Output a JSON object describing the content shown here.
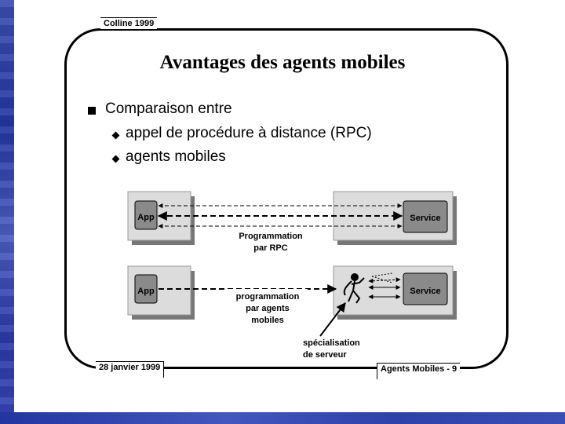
{
  "header": {
    "top_label": "Colline 1999"
  },
  "footer": {
    "left_label": "28 janvier 1999",
    "right_label": "Agents Mobiles - 9"
  },
  "title": "Avantages des agents mobiles",
  "bullets": {
    "main": "Comparaison entre",
    "sub": [
      "appel de procédure à distance (RPC)",
      "agents mobiles"
    ]
  },
  "diagram": {
    "app_label": "App",
    "service_label": "Service",
    "rpc_caption": [
      "Programmation",
      "par RPC"
    ],
    "agent_caption": [
      "programmation",
      "par agents",
      "mobiles"
    ],
    "server_caption": [
      "spécialisation",
      "de serveur"
    ]
  }
}
